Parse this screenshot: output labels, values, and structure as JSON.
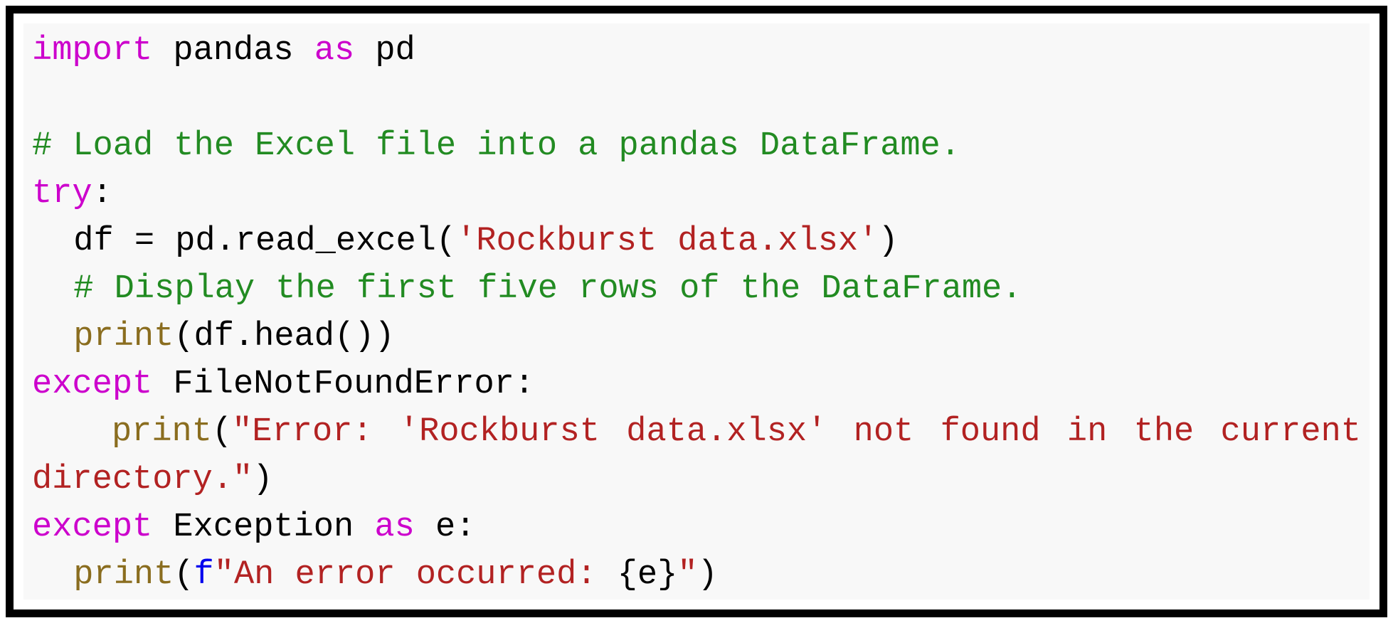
{
  "panel": {
    "background": "#f8f8f8",
    "frame_border_color": "#000000",
    "language": "python"
  },
  "colors": {
    "plain": "#000000",
    "keyword": "#cc00cc",
    "comment": "#228b22",
    "string": "#b22222",
    "builtin": "#8a6d1f",
    "fstring_prefix": "#0000ee"
  },
  "code": {
    "lines": [
      {
        "segments": [
          {
            "text": "import",
            "type": "keyword"
          },
          {
            "text": " pandas ",
            "type": "plain"
          },
          {
            "text": "as",
            "type": "keyword"
          },
          {
            "text": " pd",
            "type": "plain"
          }
        ]
      },
      {
        "segments": []
      },
      {
        "segments": [
          {
            "text": "# Load the Excel file into a pandas DataFrame.",
            "type": "comment"
          }
        ]
      },
      {
        "segments": [
          {
            "text": "try",
            "type": "keyword"
          },
          {
            "text": ":",
            "type": "plain"
          }
        ]
      },
      {
        "segments": [
          {
            "text": "  df = pd.read_excel(",
            "type": "plain"
          },
          {
            "text": "'Rockburst data.xlsx'",
            "type": "string"
          },
          {
            "text": ")",
            "type": "plain"
          }
        ]
      },
      {
        "segments": [
          {
            "text": "  ",
            "type": "plain"
          },
          {
            "text": "# Display the first five rows of the DataFrame.",
            "type": "comment"
          }
        ]
      },
      {
        "segments": [
          {
            "text": "  ",
            "type": "plain"
          },
          {
            "text": "print",
            "type": "builtin"
          },
          {
            "text": "(df.head())",
            "type": "plain"
          }
        ]
      },
      {
        "segments": [
          {
            "text": "except",
            "type": "keyword"
          },
          {
            "text": " FileNotFoundError:",
            "type": "plain"
          }
        ]
      },
      {
        "justify": true,
        "segments": [
          {
            "text": "   ",
            "type": "plain"
          },
          {
            "text": "print",
            "type": "builtin"
          },
          {
            "text": "(",
            "type": "plain"
          },
          {
            "text": "\"Error: 'Rockburst data.xlsx' not found in the current directory.\"",
            "type": "string"
          },
          {
            "text": ")",
            "type": "plain"
          }
        ]
      },
      {
        "segments": [
          {
            "text": "except",
            "type": "keyword"
          },
          {
            "text": " Exception ",
            "type": "plain"
          },
          {
            "text": "as",
            "type": "keyword"
          },
          {
            "text": " e:",
            "type": "plain"
          }
        ]
      },
      {
        "segments": [
          {
            "text": "  ",
            "type": "plain"
          },
          {
            "text": "print",
            "type": "builtin"
          },
          {
            "text": "(",
            "type": "plain"
          },
          {
            "text": "f",
            "type": "fstring-prefix"
          },
          {
            "text": "\"An error occurred: ",
            "type": "string"
          },
          {
            "text": "{e}",
            "type": "plain"
          },
          {
            "text": "\"",
            "type": "string"
          },
          {
            "text": ")",
            "type": "plain"
          }
        ]
      }
    ]
  }
}
